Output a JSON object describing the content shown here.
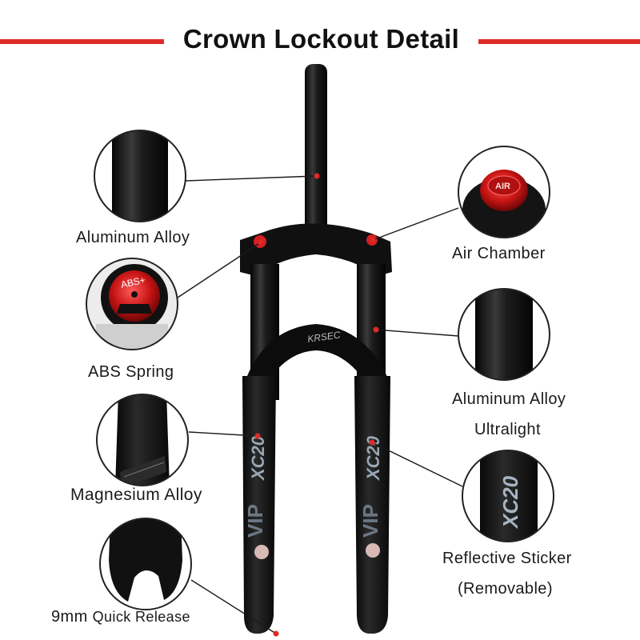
{
  "title": "Crown Lockout Detail",
  "colors": {
    "accent_red": "#e02a2a",
    "fork_black": "#151515",
    "circle_stroke": "#222222"
  },
  "callouts": {
    "left": [
      {
        "label": "Aluminum Alloy",
        "icon": "stanchion-tube-icon"
      },
      {
        "label": "ABS Spring",
        "icon": "abs-knob-icon"
      },
      {
        "label": "Magnesium Alloy",
        "icon": "lower-leg-icon"
      },
      {
        "label_prefix": "9mm",
        "label": "Quick Release",
        "icon": "dropout-icon"
      }
    ],
    "right": [
      {
        "label": "Air Chamber",
        "icon": "air-cap-icon"
      },
      {
        "label": "Aluminum Alloy",
        "sublabel": "Ultralight",
        "icon": "upper-tube-icon"
      },
      {
        "label": "Reflective Sticker",
        "sublabel": "(Removable)",
        "icon": "sticker-icon"
      }
    ]
  },
  "decals": {
    "arch_brand": "KRSEC",
    "model": "XC20",
    "line": "VIP",
    "knob_label": "ABS+",
    "cap_label": "AIR"
  }
}
